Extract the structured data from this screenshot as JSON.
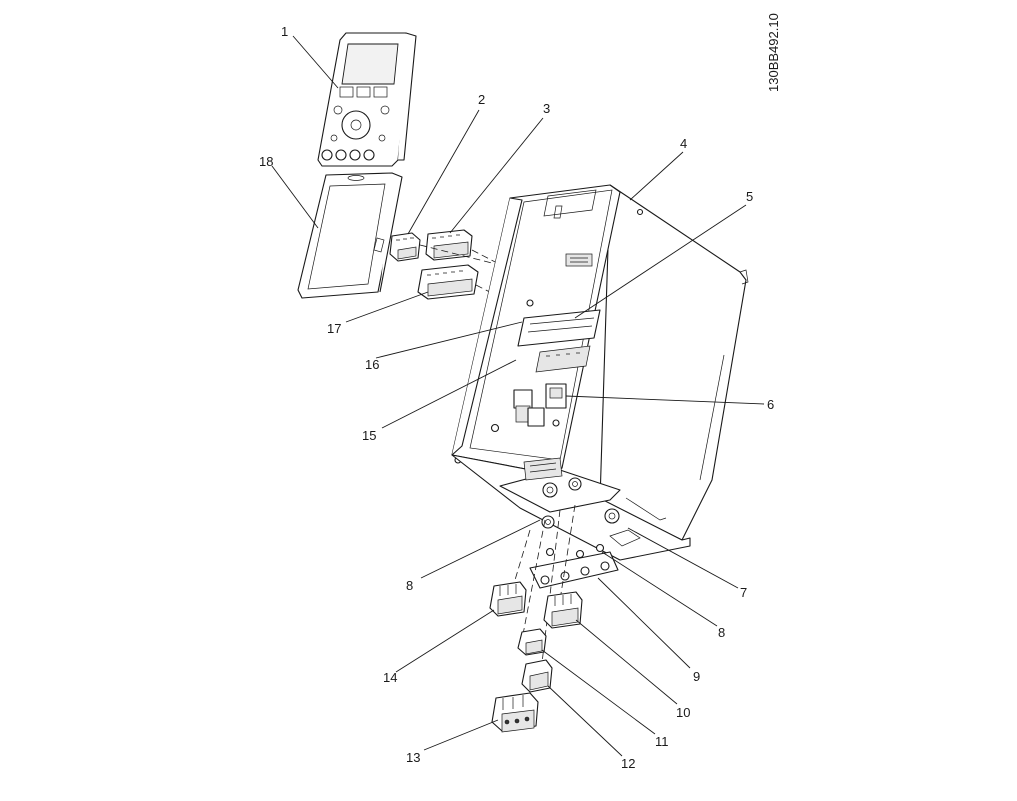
{
  "drawing_id": "130BB492.10",
  "callouts": [
    "1",
    "2",
    "3",
    "4",
    "5",
    "6",
    "7",
    "8",
    "9",
    "10",
    "11",
    "12",
    "13",
    "14",
    "15",
    "16",
    "17",
    "18"
  ]
}
